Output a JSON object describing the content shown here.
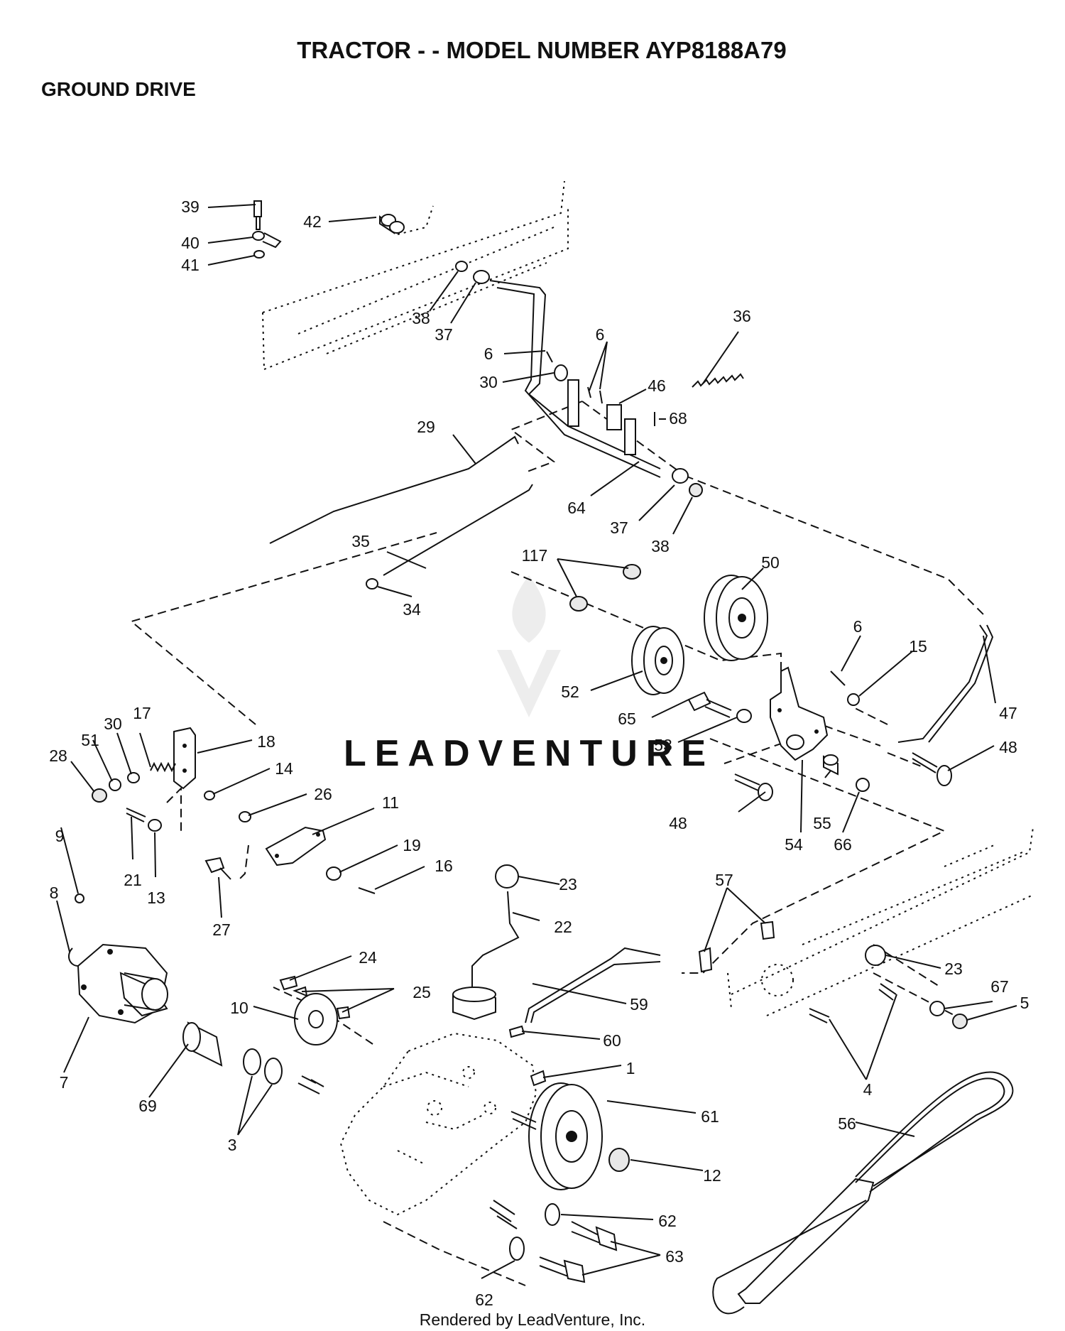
{
  "title": "TRACTOR - - MODEL NUMBER AYP8188A79",
  "subtitle": "GROUND DRIVE",
  "footer": "Rendered by LeadVenture, Inc.",
  "watermark": "LEADVENTURE",
  "colors": {
    "ink": "#111111",
    "background": "#ffffff",
    "watermark": "#e6e6e6"
  },
  "callouts": [
    "39",
    "40",
    "41",
    "42",
    "38",
    "37",
    "6",
    "6",
    "30",
    "36",
    "46",
    "68",
    "29",
    "64",
    "37",
    "38",
    "35",
    "34",
    "117",
    "50",
    "52",
    "6",
    "15",
    "47",
    "65",
    "53",
    "48",
    "17",
    "30",
    "51",
    "28",
    "18",
    "14",
    "26",
    "11",
    "21",
    "13",
    "19",
    "16",
    "27",
    "48",
    "55",
    "54",
    "66",
    "9",
    "8",
    "7",
    "23",
    "22",
    "24",
    "25",
    "10",
    "57",
    "23",
    "59",
    "67",
    "5",
    "60",
    "4",
    "69",
    "3",
    "1",
    "61",
    "56",
    "12",
    "62",
    "63",
    "62"
  ]
}
